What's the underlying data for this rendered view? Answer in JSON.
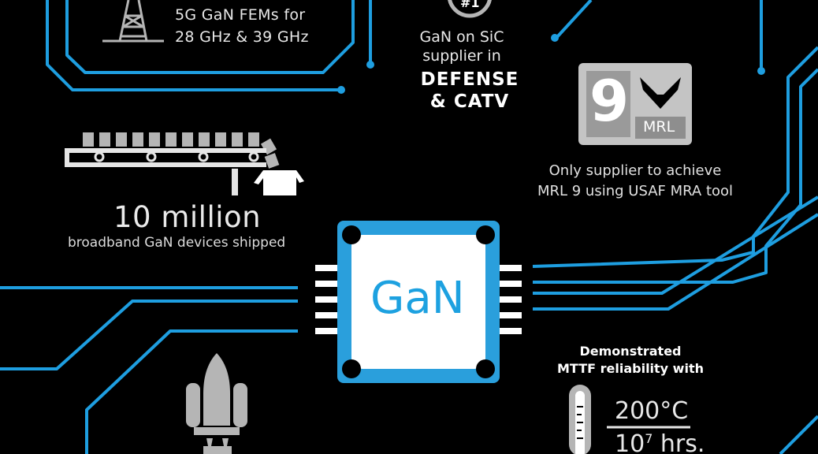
{
  "colors": {
    "background": "#000000",
    "trace": "#1e9ee0",
    "chip_blue": "#2a9fdc",
    "icon_gray": "#b5b5b5",
    "text": "#e6e6e6"
  },
  "fem": {
    "line1": "5G GaN FEMs for",
    "line2": "28 GHz & 39 GHz",
    "icon": "cell-tower-icon"
  },
  "supplier": {
    "badge": "#1",
    "line1": "GaN on SiC",
    "line2": "supplier in",
    "bold1": "DEFENSE",
    "bold2": "& CATV"
  },
  "mrl": {
    "number": "9",
    "label": "MRL",
    "icon": "usaf-wings-icon",
    "caption1": "Only supplier to achieve",
    "caption2": "MRL 9 using USAF MRA tool"
  },
  "shipped": {
    "big": "10 million",
    "caption": "broadband GaN devices shipped",
    "icon": "conveyor-belt-icon"
  },
  "chip": {
    "label": "GaN",
    "icon": "chip-icon"
  },
  "reliability": {
    "line1": "Demonstrated",
    "line2": "MTTF reliability with",
    "temperature": "200°C",
    "hours_base": "10",
    "hours_exp": "7",
    "hours_unit": " hrs.",
    "icon": "thermometer-icon"
  },
  "rocket": {
    "icon": "space-shuttle-icon"
  }
}
